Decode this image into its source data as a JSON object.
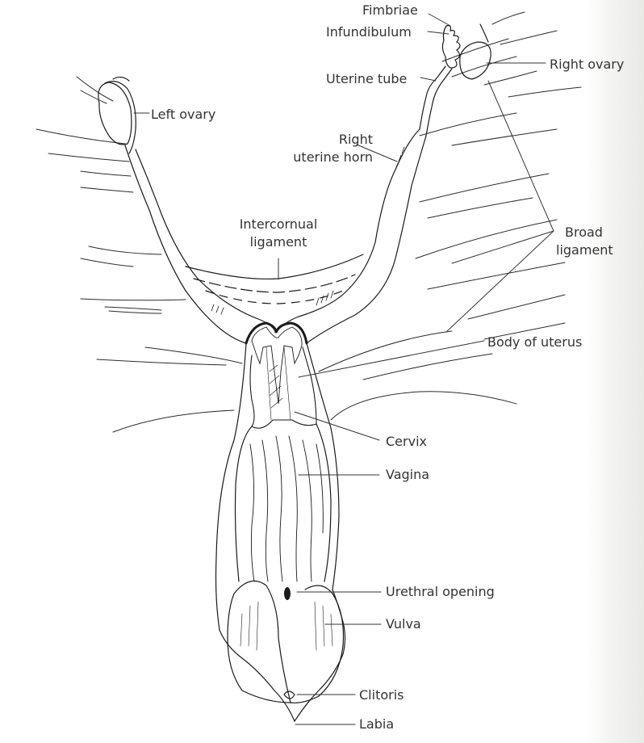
{
  "figure": {
    "subject": "Female reproductive tract (dorsal view)",
    "line_color": "#1a1a1a",
    "label_color": "#333333",
    "background": "#ffffff"
  },
  "labels": {
    "fimbriae": "Fimbriae",
    "infundibulum": "Infundibulum",
    "uterine_tube": "Uterine tube",
    "right_ovary": "Right ovary",
    "left_ovary": "Left ovary",
    "right_uterine_horn_line1": "Right",
    "right_uterine_horn_line2": "uterine horn",
    "intercornual_line1": "Intercornual",
    "intercornual_line2": "ligament",
    "broad_line1": "Broad",
    "broad_line2": "ligament",
    "body_of_uterus": "Body of uterus",
    "cervix": "Cervix",
    "vagina": "Vagina",
    "urethral_opening": "Urethral opening",
    "vulva": "Vulva",
    "clitoris": "Clitoris",
    "labia": "Labia"
  }
}
